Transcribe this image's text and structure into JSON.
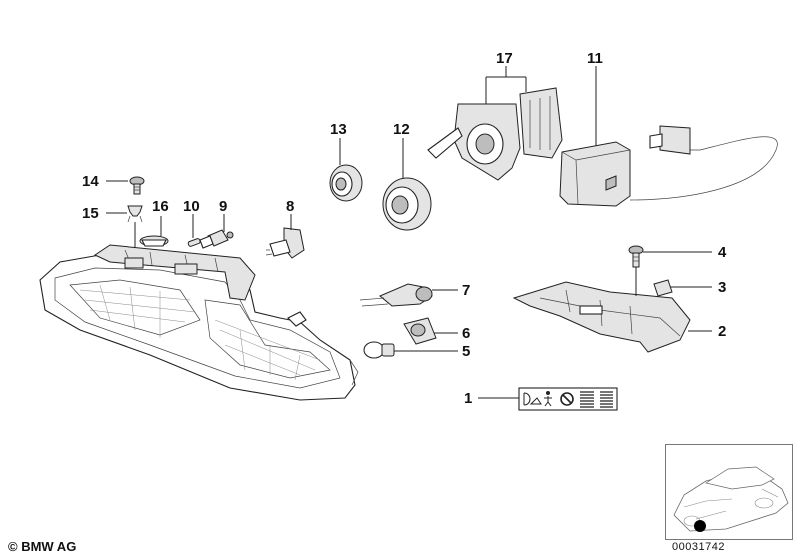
{
  "diagram": {
    "callouts": [
      {
        "id": "1",
        "label": "1"
      },
      {
        "id": "2",
        "label": "2"
      },
      {
        "id": "3",
        "label": "3"
      },
      {
        "id": "4",
        "label": "4"
      },
      {
        "id": "5",
        "label": "5"
      },
      {
        "id": "6",
        "label": "6"
      },
      {
        "id": "7",
        "label": "7"
      },
      {
        "id": "8",
        "label": "8"
      },
      {
        "id": "9",
        "label": "9"
      },
      {
        "id": "10",
        "label": "10"
      },
      {
        "id": "11",
        "label": "11"
      },
      {
        "id": "12",
        "label": "12"
      },
      {
        "id": "13",
        "label": "13"
      },
      {
        "id": "14",
        "label": "14"
      },
      {
        "id": "15",
        "label": "15"
      },
      {
        "id": "16",
        "label": "16"
      },
      {
        "id": "17",
        "label": "17"
      }
    ],
    "warning_label_icons": [
      "headlight-beam-icon",
      "person-icon",
      "prohibited-icon",
      "barcode-icon",
      "barcode-icon"
    ]
  },
  "footer": {
    "copyright": "© BMW AG",
    "doc_number": "00031742"
  }
}
